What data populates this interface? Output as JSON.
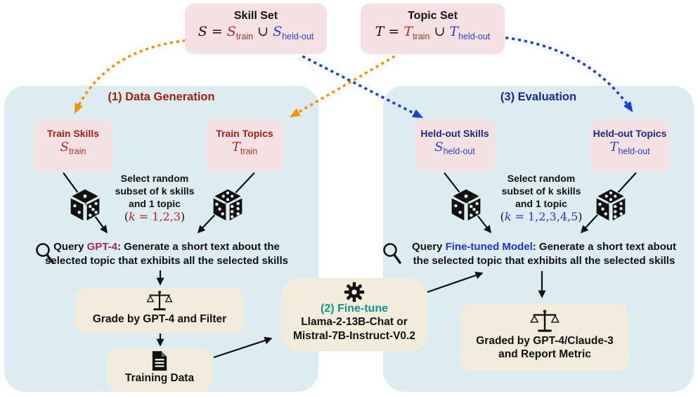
{
  "colors": {
    "panel_bg": "#dcecf0",
    "pink_box": "#f5e1e4",
    "beige_box": "#f1ecdb",
    "dark_red": "#a02012",
    "navy": "#16279e",
    "math_red": "#a93226",
    "math_blue": "#2742cc",
    "orange_arrow": "#f5940a",
    "blue_arrow": "#1d3de0",
    "teal": "#0d968b",
    "magenta": "#b02268"
  },
  "skill_set": {
    "title": "Skill Set",
    "lhs": "S",
    "eq": " = ",
    "train_sym": "S",
    "train_sub": "train",
    "cup": " ∪ ",
    "held_sym": "S",
    "held_sub": "held-out"
  },
  "topic_set": {
    "title": "Topic Set",
    "lhs": "T",
    "eq": " = ",
    "train_sym": "T",
    "train_sub": "train",
    "cup": " ∪ ",
    "held_sym": "T",
    "held_sub": "held-out"
  },
  "left_panel": {
    "header": "(1) Data Generation",
    "train_skills": {
      "title": "Train Skills",
      "sym": "S",
      "sub": "train"
    },
    "train_topics": {
      "title": "Train Topics",
      "sym": "T",
      "sub": "train"
    },
    "select": {
      "line1": "Select random",
      "line2": "subset of k skills",
      "line3": "and 1 topic",
      "k_open": "(",
      "k_var": "k",
      "k_rest": " = 1,2,3",
      "k_close": ")"
    },
    "query": {
      "prefix": "Query ",
      "model": "GPT-4",
      "line1_rest": ": Generate a short text about the",
      "line2": "selected topic that exhibits all the selected skills"
    },
    "grade_label": "Grade by GPT-4 and Filter",
    "training_data_label": "Training Data"
  },
  "finetune": {
    "step": "(2) Fine-tune",
    "line1": "Llama-2-13B-Chat or",
    "line2": "Mistral-7B-Instruct-V0.2"
  },
  "right_panel": {
    "header": "(3) Evaluation",
    "held_skills": {
      "title": "Held-out Skills",
      "sym": "S",
      "sub": "held-out"
    },
    "held_topics": {
      "title": "Held-out Topics",
      "sym": "T",
      "sub": "held-out"
    },
    "select": {
      "line1": "Select random",
      "line2": "subset of k skills",
      "line3": "and 1 topic",
      "k_open": "(",
      "k_var": "k",
      "k_rest": " = 1,2,3,4,5",
      "k_close": ")"
    },
    "query": {
      "prefix": "Query ",
      "model": "Fine-tuned Model",
      "line1_rest": ": Generate a short text about",
      "line2": "the selected topic that exhibits all the selected skills"
    },
    "graded_line1": "Graded by GPT-4/Claude-3",
    "graded_line2": "and Report Metric"
  }
}
